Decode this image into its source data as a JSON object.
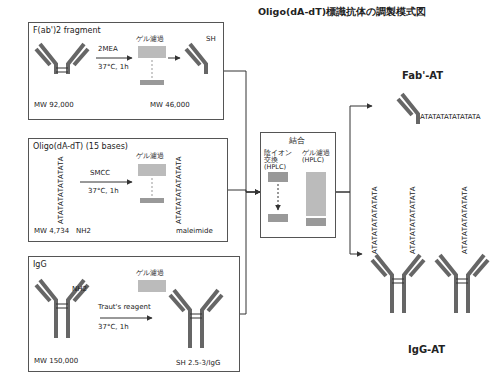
{
  "diagram": {
    "title": "Oligo(dA-dT)標識抗体の調製模式図",
    "nodes": [
      {
        "text": [
          "F(ab')2 fragment"
        ]
      },
      {
        "text": [
          "Oligo(dA-dT) (15 bases)"
        ]
      },
      {
        "text": [
          "IgG"
        ]
      },
      {
        "text": [
          "結合"
        ]
      },
      {
        "text": [
          "Fab'-AT"
        ]
      },
      {
        "text": [
          "IgG-AT"
        ]
      }
    ],
    "edges": [
      {
        "from": 0,
        "to": 3,
        "arrow": "to"
      },
      {
        "from": 1,
        "to": 3,
        "arrow": "to"
      },
      {
        "from": 2,
        "to": 3,
        "arrow": "to"
      },
      {
        "from": 3,
        "to": 4,
        "arrow": "to"
      },
      {
        "from": 3,
        "to": 5,
        "arrow": "to"
      }
    ],
    "labels": [
      "2MEA",
      "37°C, 1h",
      "ゲル濾過",
      "MW 92,000",
      "MW 46,000",
      "SH",
      "SMCC",
      "37°C, 1h",
      "ゲル濾過",
      "MW 4,734",
      "NH2",
      "maleimide",
      "ATATATATATATATA",
      "ATATATATATATATA",
      "NH2",
      "Traut's reagent",
      "37°C, 1h",
      "ゲル濾過",
      "MW 150,000",
      "SH 2.5-3/IgG",
      "陰イオン交換 (HPLC)",
      "ゲル濾過 (HPLC)",
      "ATATATATATATATA",
      "ATATATATATATATA",
      "ATATATATATATATA",
      "ATATATATATATATA"
    ]
  }
}
